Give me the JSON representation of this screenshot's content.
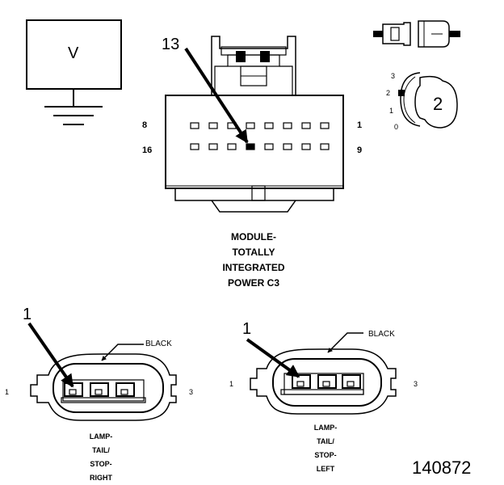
{
  "voltmeter": {
    "symbol": "V"
  },
  "module": {
    "callout_pin": "13",
    "pin_labels": {
      "top_left": "8",
      "top_right": "1",
      "bottom_left": "16",
      "bottom_right": "9"
    },
    "caption": [
      "MODULE-",
      "TOTALLY",
      "INTEGRATED",
      "POWER C3"
    ]
  },
  "inset": {
    "position_numbers": [
      "3",
      "2",
      "1",
      "0"
    ],
    "knob_label": "2"
  },
  "lamp_right": {
    "callout_pin": "1",
    "color_label": "BLACK",
    "pin_left": "1",
    "pin_right": "3",
    "caption": [
      "LAMP-",
      "TAIL/",
      "STOP-",
      "RIGHT"
    ]
  },
  "lamp_left": {
    "callout_pin": "1",
    "color_label": "BLACK",
    "pin_left": "1",
    "pin_right": "3",
    "caption": [
      "LAMP-",
      "TAIL/",
      "STOP-",
      "LEFT"
    ]
  },
  "figure_id": "140872"
}
